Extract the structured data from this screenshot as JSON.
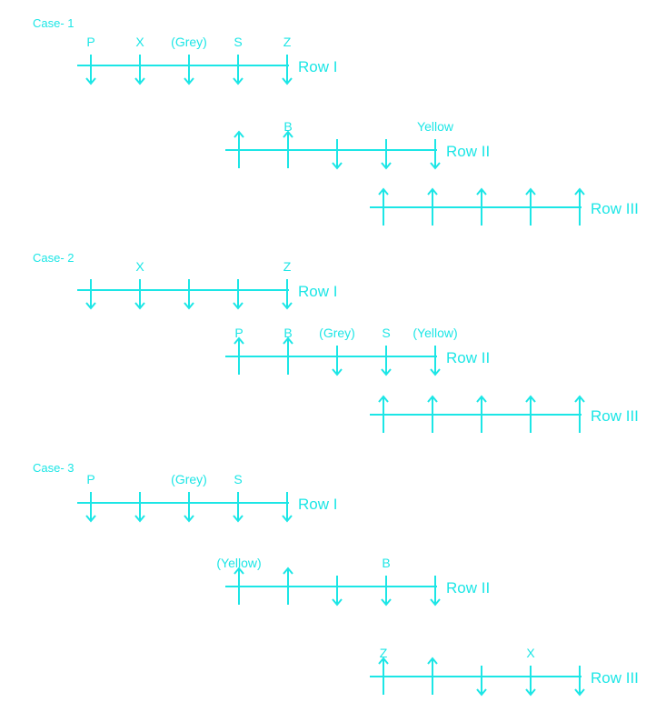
{
  "colors": {
    "line": "#1ce6e6"
  },
  "cases": [
    {
      "label": "Case- 1",
      "rows": [
        {
          "row_label": "Row I",
          "directions": [
            "down",
            "down",
            "down",
            "down",
            "down"
          ],
          "labels": [
            "P",
            "X",
            "(Grey)",
            "S",
            "Z"
          ]
        },
        {
          "row_label": "Row II",
          "directions": [
            "up",
            "up",
            "down",
            "down",
            "down"
          ],
          "labels": [
            "",
            "B",
            "",
            "",
            "Yellow"
          ]
        },
        {
          "row_label": "Row III",
          "directions": [
            "up",
            "up",
            "up",
            "up",
            "up"
          ],
          "labels": [
            "",
            "",
            "",
            "",
            ""
          ]
        }
      ]
    },
    {
      "label": "Case- 2",
      "rows": [
        {
          "row_label": "Row I",
          "directions": [
            "down",
            "down",
            "down",
            "down",
            "down"
          ],
          "labels": [
            "",
            "X",
            "",
            "",
            "Z"
          ]
        },
        {
          "row_label": "Row II",
          "directions": [
            "up",
            "up",
            "down",
            "down",
            "down"
          ],
          "labels": [
            "P",
            "B",
            "(Grey)",
            "S",
            "(Yellow)"
          ]
        },
        {
          "row_label": "Row III",
          "directions": [
            "up",
            "up",
            "up",
            "up",
            "up"
          ],
          "labels": [
            "",
            "",
            "",
            "",
            ""
          ]
        }
      ]
    },
    {
      "label": "Case- 3",
      "rows": [
        {
          "row_label": "Row I",
          "directions": [
            "down",
            "down",
            "down",
            "down",
            "down"
          ],
          "labels": [
            "P",
            "",
            "(Grey)",
            "S",
            ""
          ]
        },
        {
          "row_label": "Row II",
          "directions": [
            "up",
            "up",
            "down",
            "down",
            "down"
          ],
          "labels": [
            "(Yellow)",
            "",
            "",
            "B",
            ""
          ]
        },
        {
          "row_label": "Row III",
          "directions": [
            "up",
            "up",
            "down",
            "down",
            "down"
          ],
          "labels": [
            "Z",
            "",
            "",
            "X",
            ""
          ]
        }
      ]
    }
  ]
}
